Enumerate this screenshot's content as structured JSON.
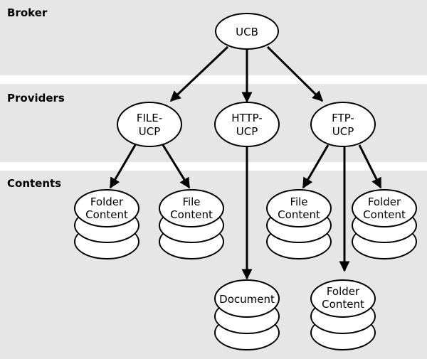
{
  "layers": {
    "broker": "Broker",
    "providers": "Providers",
    "contents": "Contents"
  },
  "nodes": {
    "ucb": "UCB",
    "file_ucp": [
      "FILE-",
      "UCP"
    ],
    "http_ucp": [
      "HTTP-",
      "UCP"
    ],
    "ftp_ucp": [
      "FTP-",
      "UCP"
    ]
  },
  "contents": {
    "file_folder": [
      "Folder",
      "Content"
    ],
    "file_file": [
      "File",
      "Content"
    ],
    "http_document": [
      "Document"
    ],
    "ftp_file": [
      "File",
      "Content"
    ],
    "ftp_folder": [
      "Folder",
      "Content"
    ],
    "ftp_folder2": [
      "Folder",
      "Content"
    ]
  }
}
